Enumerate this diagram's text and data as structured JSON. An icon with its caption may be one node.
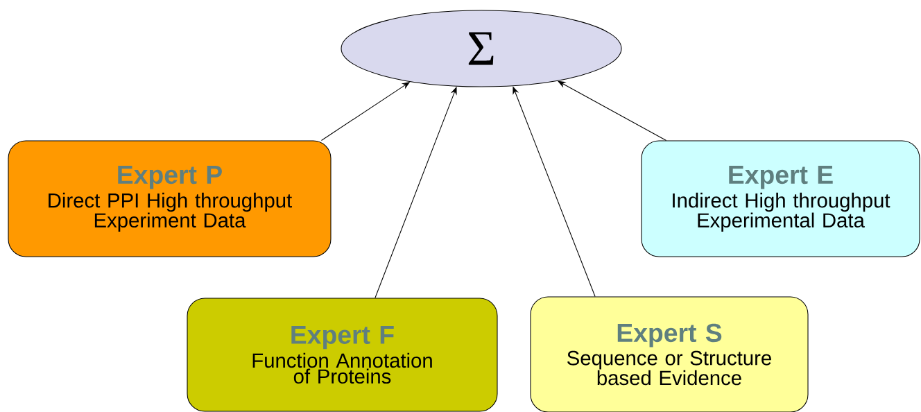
{
  "diagram": {
    "nodes": [
      {
        "text": [
          "Σ"
        ]
      },
      {
        "text": [
          "Expert P",
          "Direct PPI High throughput Experiment Data"
        ]
      },
      {
        "text": [
          "Expert E",
          "Indirect High throughput Experimental Data"
        ]
      },
      {
        "text": [
          "Expert F",
          "Function Annotation of Proteins"
        ]
      },
      {
        "text": [
          "Expert S",
          "Sequence or Structure based Evidence"
        ]
      }
    ],
    "edges": [
      {
        "from": 1,
        "to": 0,
        "arrow": "to"
      },
      {
        "from": 3,
        "to": 0,
        "arrow": "to"
      },
      {
        "from": 4,
        "to": 0,
        "arrow": "to"
      },
      {
        "from": 2,
        "to": 0,
        "arrow": "to"
      }
    ]
  }
}
